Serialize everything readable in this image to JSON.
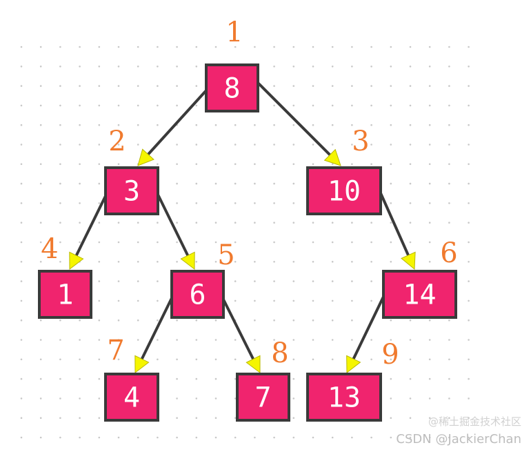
{
  "colors": {
    "node_fill": "#f0246e",
    "node_border": "#3a3a3a",
    "node_text": "#ffffff",
    "edge": "#3a3a3a",
    "arrowhead": "#f5f500",
    "order_label": "#f07a2e",
    "grid_dot": "#c8c8c8"
  },
  "nodes": [
    {
      "id": "n8",
      "value": "8",
      "order": "1"
    },
    {
      "id": "n3",
      "value": "3",
      "order": "2"
    },
    {
      "id": "n10",
      "value": "10",
      "order": "3"
    },
    {
      "id": "n1",
      "value": "1",
      "order": "4"
    },
    {
      "id": "n6",
      "value": "6",
      "order": "5"
    },
    {
      "id": "n14",
      "value": "14",
      "order": "6"
    },
    {
      "id": "n4",
      "value": "4",
      "order": "7"
    },
    {
      "id": "n7",
      "value": "7",
      "order": "8"
    },
    {
      "id": "n13",
      "value": "13",
      "order": "9"
    }
  ],
  "edges": [
    {
      "from": "n8",
      "to": "n3"
    },
    {
      "from": "n8",
      "to": "n10"
    },
    {
      "from": "n3",
      "to": "n1"
    },
    {
      "from": "n3",
      "to": "n6"
    },
    {
      "from": "n10",
      "to": "n14"
    },
    {
      "from": "n6",
      "to": "n4"
    },
    {
      "from": "n6",
      "to": "n7"
    },
    {
      "from": "n14",
      "to": "n13"
    }
  ],
  "watermark": {
    "line1": "@稀土掘金技术社区",
    "line2": "CSDN @JackierChan"
  }
}
